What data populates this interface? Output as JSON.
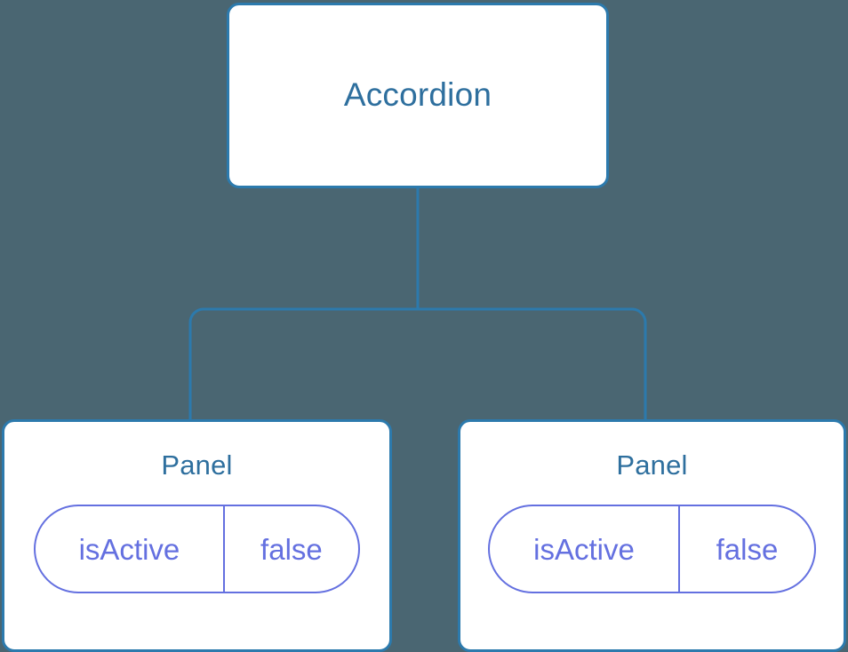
{
  "diagram": {
    "type": "component-tree",
    "background_color": "#4a6672",
    "node_border_color": "#2c7aad",
    "node_title_color": "#2e6f9e",
    "prop_accent_color": "#6470e0",
    "connector_color": "#2c7aad",
    "root": {
      "title": "Accordion"
    },
    "children": [
      {
        "title": "Panel",
        "prop": {
          "key": "isActive",
          "value": "false"
        }
      },
      {
        "title": "Panel",
        "prop": {
          "key": "isActive",
          "value": "false"
        }
      }
    ]
  }
}
